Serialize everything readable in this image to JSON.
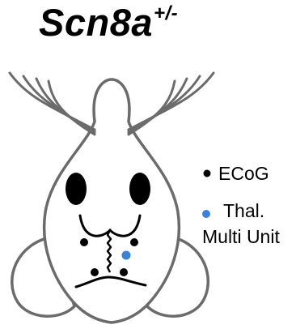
{
  "title": {
    "gene": "Scn8a",
    "superscript": "+/-"
  },
  "legend": {
    "ecog": {
      "label": "ECoG",
      "color": "#000000"
    },
    "thalamic": {
      "line1": "Thal.",
      "line2": "Multi Unit",
      "color": "#3b82d6"
    }
  },
  "icons": [
    "mouse-head-outline",
    "whiskers",
    "eyes",
    "electrode-dots"
  ]
}
